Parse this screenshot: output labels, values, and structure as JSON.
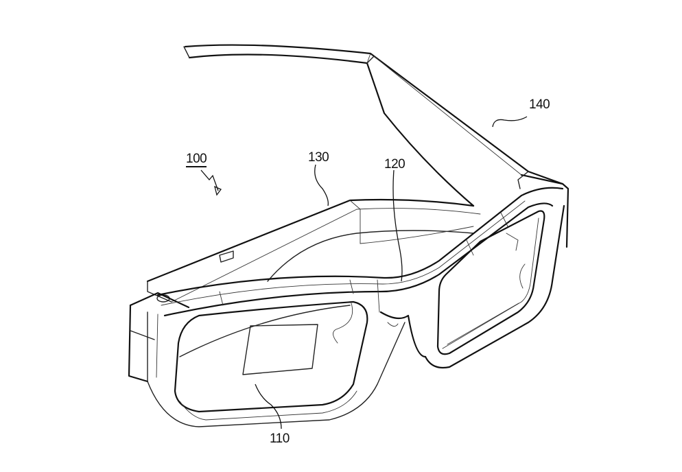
{
  "figure": {
    "subject": "smart glasses (wearable display device), perspective line drawing",
    "stroke_color": "#111111",
    "background_color": "#ffffff"
  },
  "labels": [
    {
      "id": "100",
      "text": "100",
      "target": "device (overall)",
      "underlined": true,
      "arrow": "squiggle-arrow"
    },
    {
      "id": "110",
      "text": "110",
      "target": "display region in left lens"
    },
    {
      "id": "120",
      "text": "120",
      "target": "bridge / frame"
    },
    {
      "id": "130",
      "text": "130",
      "target": "temple housing (left)"
    },
    {
      "id": "140",
      "text": "140",
      "target": "temple arm (right)"
    }
  ]
}
